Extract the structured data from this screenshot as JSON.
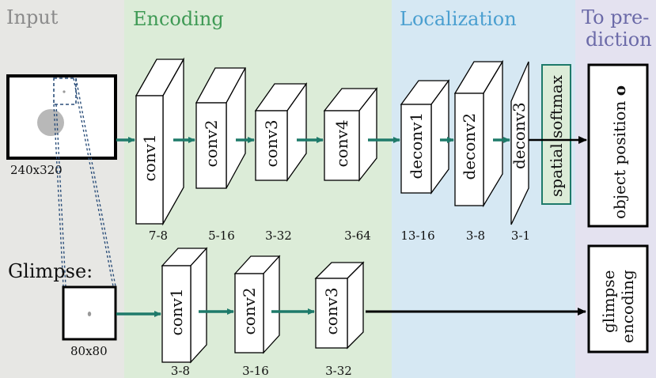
{
  "sections": {
    "input": "Input",
    "encoding": "Encoding",
    "localization": "Localization",
    "prediction_line1": "To pre-",
    "prediction_line2": "diction"
  },
  "colors": {
    "input_bg": "#e7e7e4",
    "encoding_bg": "#dcecd8",
    "localization_bg": "#d6e8f3",
    "prediction_bg": "#e4e2f0",
    "input_title": "#8a8a8a",
    "encoding_title": "#3f9a55",
    "localization_title": "#4a9fd0",
    "prediction_title": "#6b6aa8",
    "arrow_teal": "#1e7a6a"
  },
  "input_image": {
    "size_label": "240x320"
  },
  "glimpse": {
    "title": "Glimpse:",
    "size_label": "80x80"
  },
  "main_path": {
    "layers": [
      {
        "name": "conv1",
        "params": "7-8"
      },
      {
        "name": "conv2",
        "params": "5-16"
      },
      {
        "name": "conv3",
        "params": "3-32"
      },
      {
        "name": "conv4",
        "params": "3-64"
      },
      {
        "name": "deconv1",
        "params": "13-16"
      },
      {
        "name": "deconv2",
        "params": "3-8"
      },
      {
        "name": "deconv3",
        "params": "3-1"
      }
    ],
    "softmax": "spatial softmax",
    "output": "object position",
    "output_symbol": "o"
  },
  "glimpse_path": {
    "layers": [
      {
        "name": "conv1",
        "params": "3-8"
      },
      {
        "name": "conv2",
        "params": "3-16"
      },
      {
        "name": "conv3",
        "params": "3-32"
      }
    ],
    "output_line1": "glimpse",
    "output_line2": "encoding"
  }
}
